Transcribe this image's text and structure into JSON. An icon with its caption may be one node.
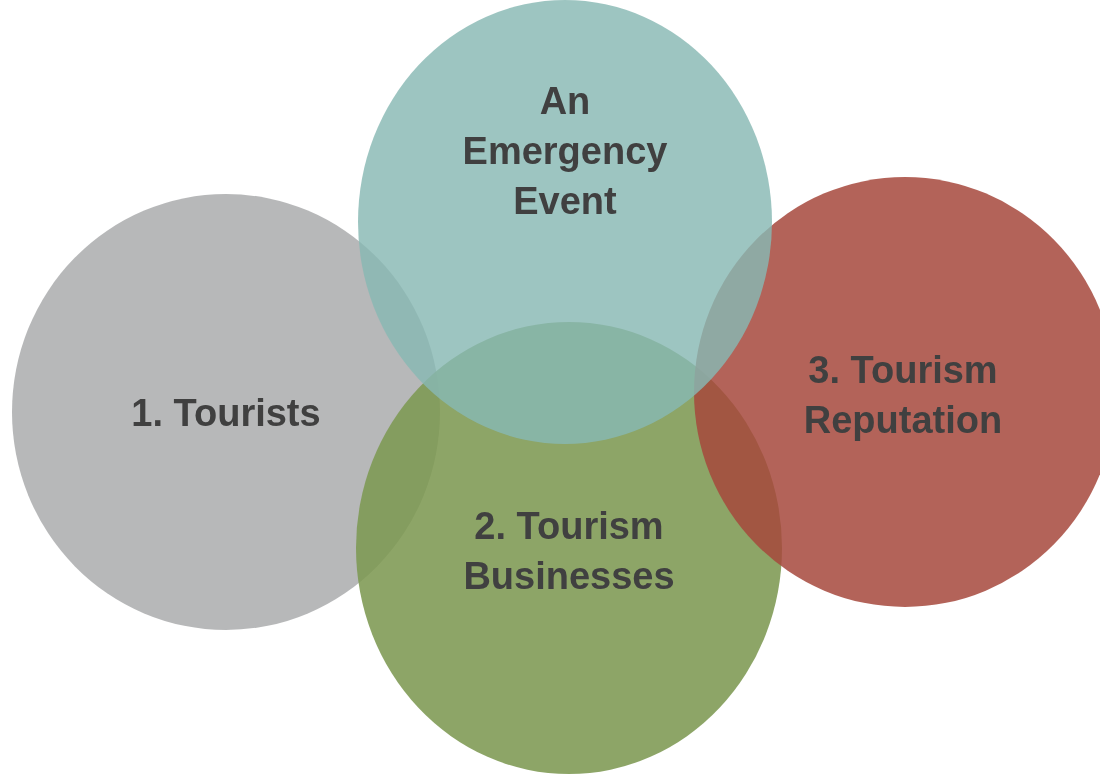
{
  "diagram": {
    "nodes": [
      {
        "text": [
          "An Emergency Event"
        ]
      },
      {
        "text": [
          "1. Tourists"
        ]
      },
      {
        "text": [
          "2. Tourism Businesses"
        ]
      },
      {
        "text": [
          "3. Tourism Reputation"
        ]
      }
    ]
  }
}
